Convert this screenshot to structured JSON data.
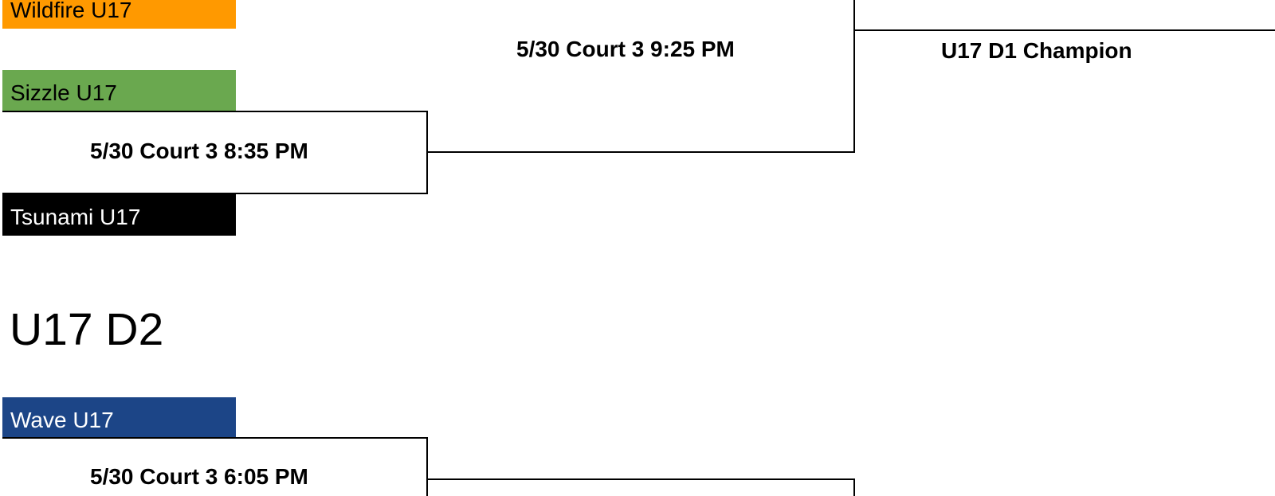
{
  "d1": {
    "teams": [
      {
        "name": "Wildfire U17",
        "bg": "#FF9900",
        "fg": "#000000"
      },
      {
        "name": "Sizzle U17",
        "bg": "#6AA84F",
        "fg": "#000000"
      },
      {
        "name": "Tsunami U17",
        "bg": "#000000",
        "fg": "#FFFFFF"
      }
    ],
    "semifinal_label": "5/30 Court 3 8:35 PM",
    "final_label": "5/30 Court 3 9:25 PM",
    "champion_label": "U17 D1 Champion"
  },
  "d2": {
    "title": "U17 D2",
    "teams": [
      {
        "name": "Wave U17",
        "bg": "#1C4587",
        "fg": "#FFFFFF"
      }
    ],
    "first_match_label": "5/30 Court 3 6:05 PM"
  }
}
